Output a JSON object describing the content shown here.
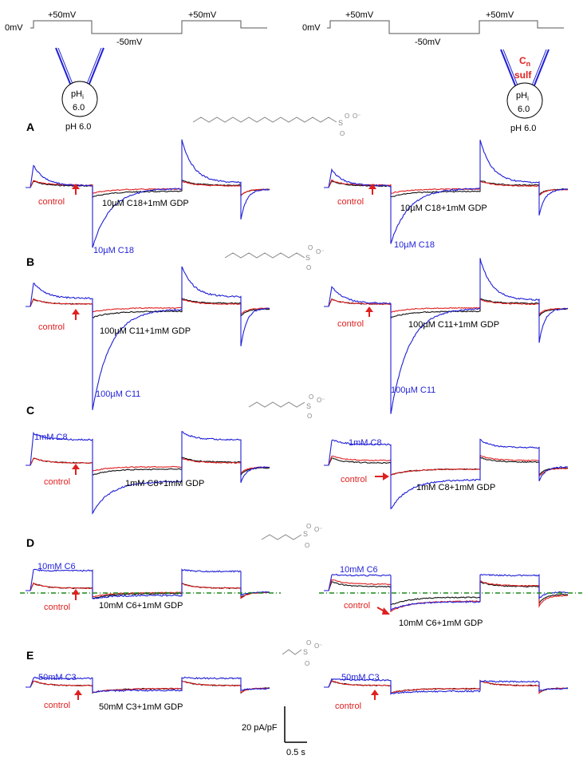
{
  "protocol": {
    "holding_label": "0mV",
    "step1_label": "+50mV",
    "step2_label": "-50mV",
    "step3_label": "+50mV"
  },
  "cells": {
    "left": {
      "pHi_main": "pH",
      "pHi_sub": "i",
      "pHi_value": "6.0",
      "bath": "pH 6.0"
    },
    "right": {
      "cn_main": "C",
      "cn_sub": "n",
      "sulf": "sulf",
      "pHi_main": "pH",
      "pHi_sub": "i",
      "pHi_value": "6.0",
      "bath": "pH 6.0"
    }
  },
  "panels": [
    {
      "letter": "A",
      "drug": "10µM C18",
      "gdp": "10µM C18+1mM GDP",
      "control": "control"
    },
    {
      "letter": "B",
      "drug": "100µM C11",
      "gdp": "100µM C11+1mM GDP",
      "control": "control"
    },
    {
      "letter": "C",
      "drug": "1mM C8",
      "gdp": "1mM  C8+1mM GDP",
      "control": "control"
    },
    {
      "letter": "D",
      "drug": "10mM C6",
      "gdp": "10mM  C6+1mM GDP",
      "control": "control"
    },
    {
      "letter": "E",
      "drug": "50mM C3",
      "gdp": "50mM  C3+1mM GDP",
      "control": "control"
    }
  ],
  "scalebar": {
    "y_label": "20 pA/pF",
    "x_label": "0.5 s"
  },
  "colors": {
    "drug": "#1f1fd6",
    "control": "#e02020",
    "gdp": "#111111",
    "baseline": "#1a8a1a",
    "molecule": "#888888"
  }
}
